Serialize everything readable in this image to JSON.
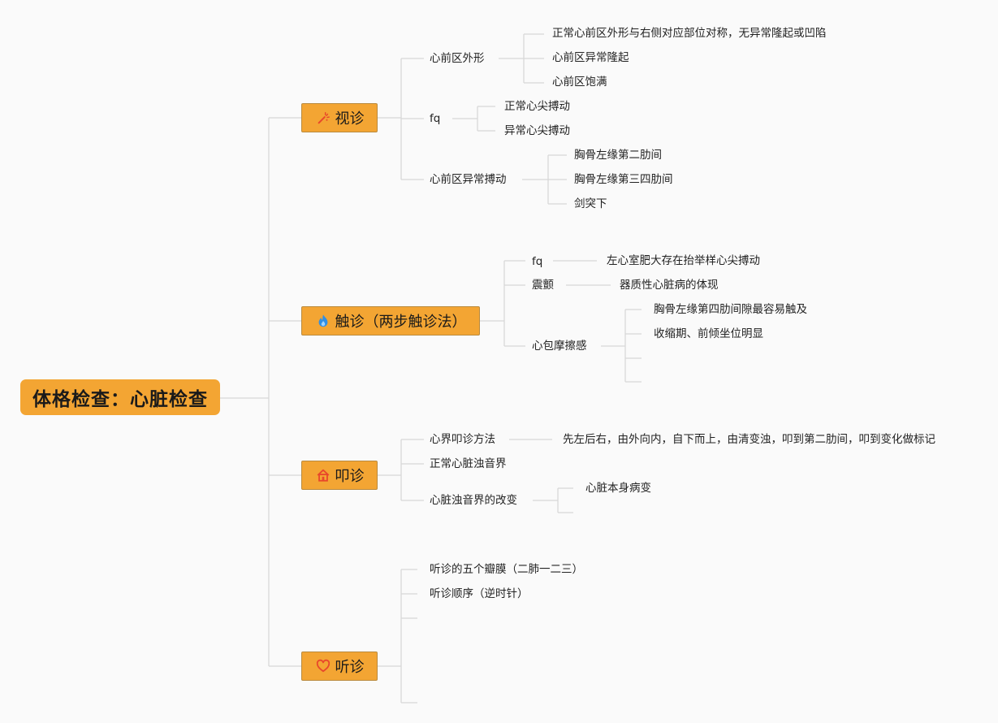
{
  "root": {
    "label": "体格检查：心脏检查"
  },
  "branches": [
    {
      "label": "视诊",
      "icon": "magic-wand-icon",
      "children": [
        {
          "label": "心前区外形",
          "children": [
            "正常心前区外形与右侧对应部位对称，无异常隆起或凹陷",
            "心前区异常隆起",
            "心前区饱满"
          ]
        },
        {
          "label": "fq",
          "children": [
            "正常心尖搏动",
            "异常心尖搏动"
          ]
        },
        {
          "label": "心前区异常搏动",
          "children": [
            "胸骨左缘第二肋间",
            "胸骨左缘第三四肋间",
            "剑突下"
          ]
        }
      ]
    },
    {
      "label": "触诊（两步触诊法）",
      "icon": "fire-icon",
      "children": [
        {
          "label": "fq",
          "children": [
            "左心室肥大存在抬举样心尖搏动"
          ]
        },
        {
          "label": "震颤",
          "children": [
            "器质性心脏病的体现"
          ]
        },
        {
          "label": "心包摩擦感",
          "children": [
            "胸骨左缘第四肋间隙最容易触及",
            "收缩期、前倾坐位明显",
            "",
            ""
          ]
        }
      ]
    },
    {
      "label": "叩诊",
      "icon": "home-icon",
      "children": [
        {
          "label": "心界叩诊方法",
          "children": [
            "先左后右，由外向内，自下而上，由清变浊，叩到第二肋间，叩到变化做标记"
          ]
        },
        {
          "label": "正常心脏浊音界",
          "children": []
        },
        {
          "label": "心脏浊音界的改变",
          "children": [
            "心脏本身病变",
            ""
          ]
        }
      ]
    },
    {
      "label": "听诊",
      "icon": "heart-icon",
      "children": [
        {
          "label": "听诊的五个瓣膜（二肺一二三）",
          "children": []
        },
        {
          "label": "听诊顺序（逆时针）",
          "children": []
        },
        {
          "label": "",
          "children": []
        },
        {
          "label": "",
          "children": []
        }
      ]
    }
  ],
  "colors": {
    "accent": "#f3a533",
    "line": "#d8d8d8",
    "icon": "#e8472b"
  }
}
